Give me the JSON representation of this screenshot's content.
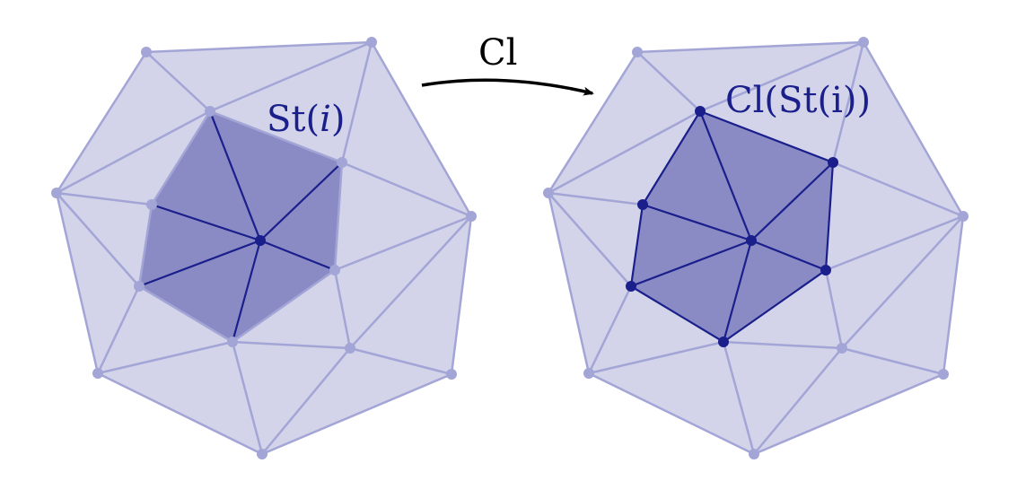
{
  "labels": {
    "arrow_label": "Cl",
    "left_label_prefix": "St(",
    "left_label_var": "i",
    "left_label_suffix": ")",
    "right_label": "Cl(St(i))"
  },
  "colors": {
    "outer_fill": "#d3d4e9",
    "outer_stroke": "#a3a5d6",
    "inner_fill": "#8a8bc4",
    "dark": "#1a1f8c",
    "light_vertex": "#a3a5d6",
    "arrow": "#000000"
  }
}
